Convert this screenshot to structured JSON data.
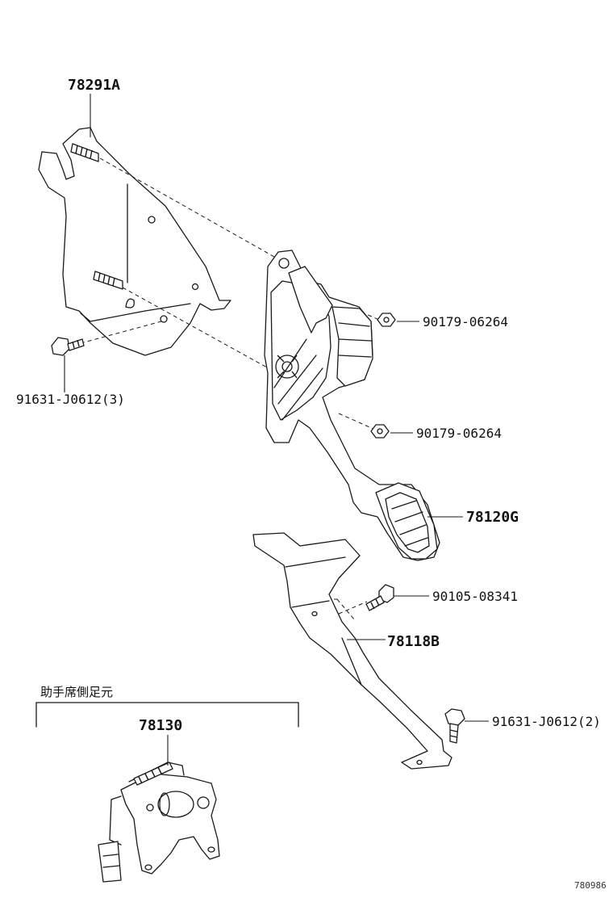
{
  "labels": {
    "bracket_78291A": "78291A",
    "bolt_91631_left": "91631-J0612(3)",
    "nut_upper": "90179-06264",
    "nut_lower": "90179-06264",
    "pedal_78120G": "78120G",
    "bolt_90105": "90105-08341",
    "bracket_78118B": "78118B",
    "bolt_91631_right": "91631-J0612(2)",
    "part_78130": "78130",
    "passenger_side_heading": "助手席側足元",
    "diagram_code": "780986"
  }
}
